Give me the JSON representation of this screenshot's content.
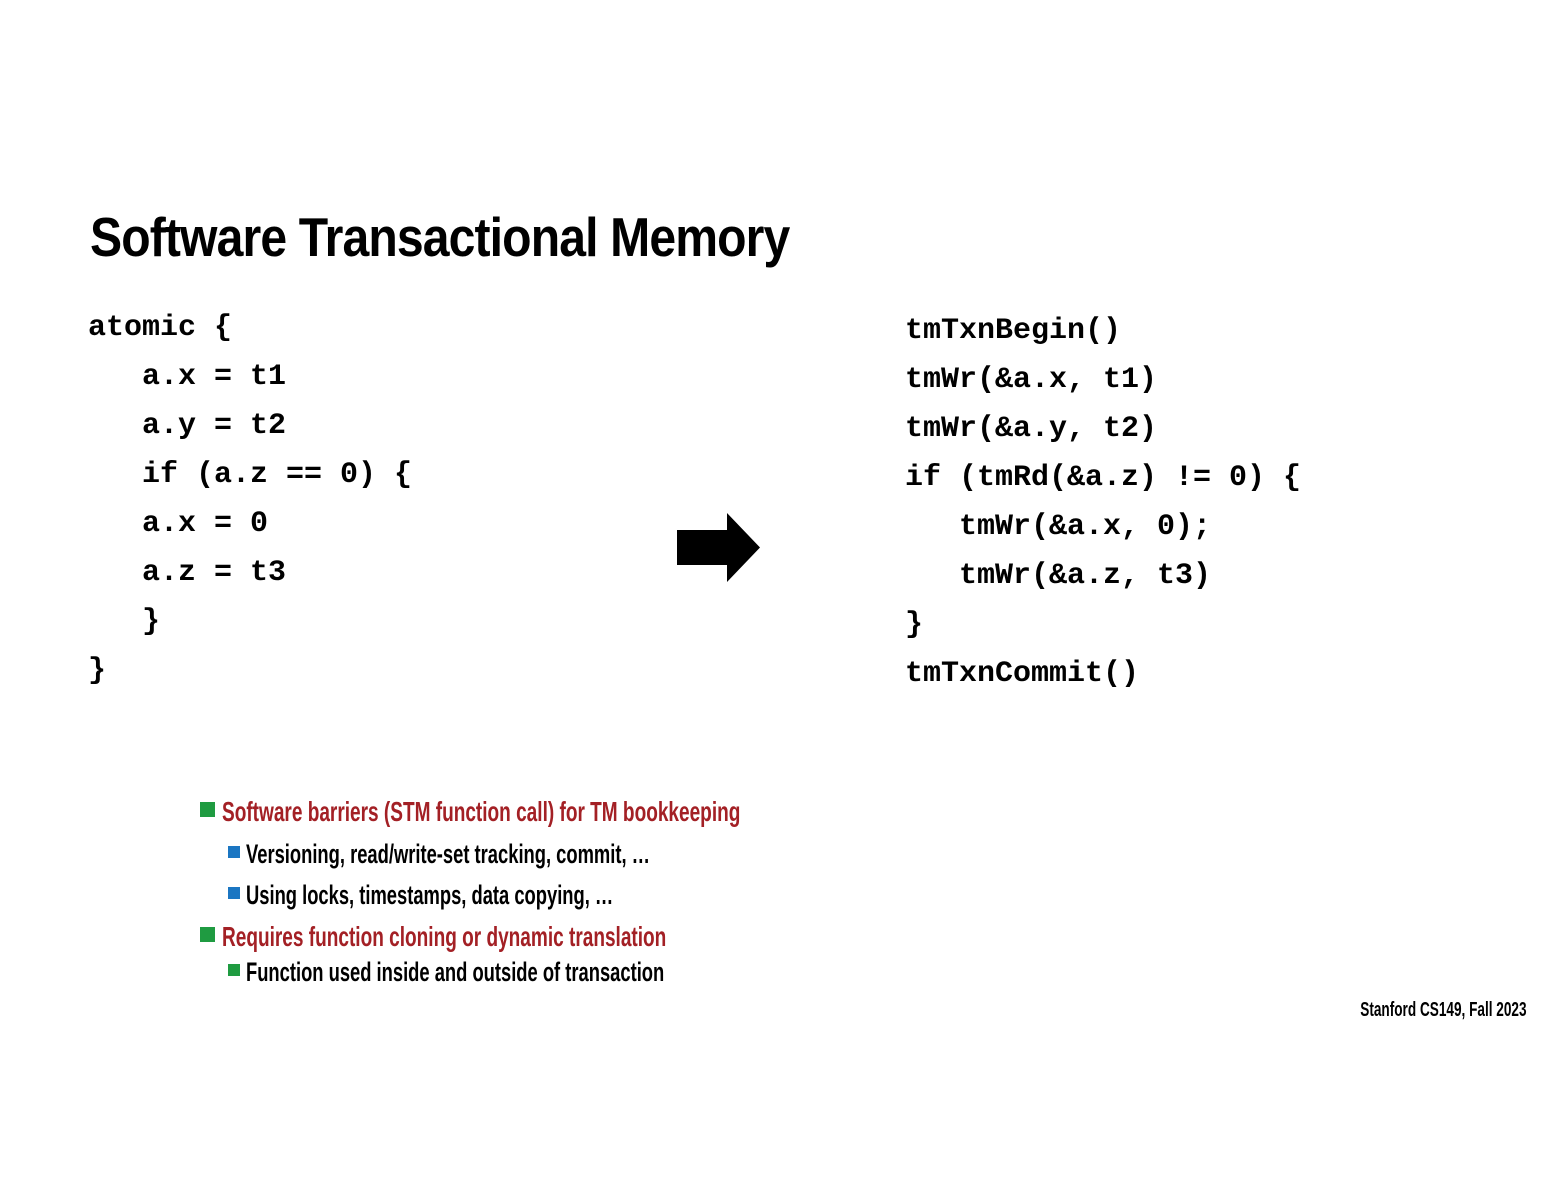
{
  "slide": {
    "title": "Software Transactional Memory",
    "footer": "Stanford CS149, Fall 2023"
  },
  "code_original": {
    "lines": [
      "atomic {",
      "   a.x = t1",
      "   a.y = t2",
      "   if (a.z == 0) {",
      "   a.x = 0",
      "   a.z = t3",
      "   }",
      "}"
    ]
  },
  "code_instrumented": {
    "lines": [
      "tmTxnBegin()",
      "tmWr(&a.x, t1)",
      "tmWr(&a.y, t2)",
      "if (tmRd(&a.z) != 0) {",
      "   tmWr(&a.x, 0);",
      "   tmWr(&a.z, t3)",
      "}",
      "tmTxnCommit()"
    ]
  },
  "arrow_icon": "right-block-arrow",
  "bullets": [
    {
      "level": 1,
      "bullet_color": "green",
      "text_color": "red",
      "text": "Software barriers (STM function call) for TM bookkeeping"
    },
    {
      "level": 2,
      "bullet_color": "blue",
      "text_color": "black",
      "text": "Versioning, read/write-set tracking, commit, …"
    },
    {
      "level": 2,
      "bullet_color": "blue",
      "text_color": "black",
      "text": "Using locks, timestamps, data copying, …"
    },
    {
      "level": 1,
      "bullet_color": "green",
      "text_color": "red",
      "text": "Requires function cloning or dynamic translation"
    },
    {
      "level": 2,
      "bullet_color": "green",
      "text_color": "black",
      "text": "Function used inside and outside of transaction"
    }
  ],
  "colors": {
    "red": "#A32025",
    "green": "#1F9B41",
    "blue": "#1B76C2",
    "black": "#000000"
  }
}
